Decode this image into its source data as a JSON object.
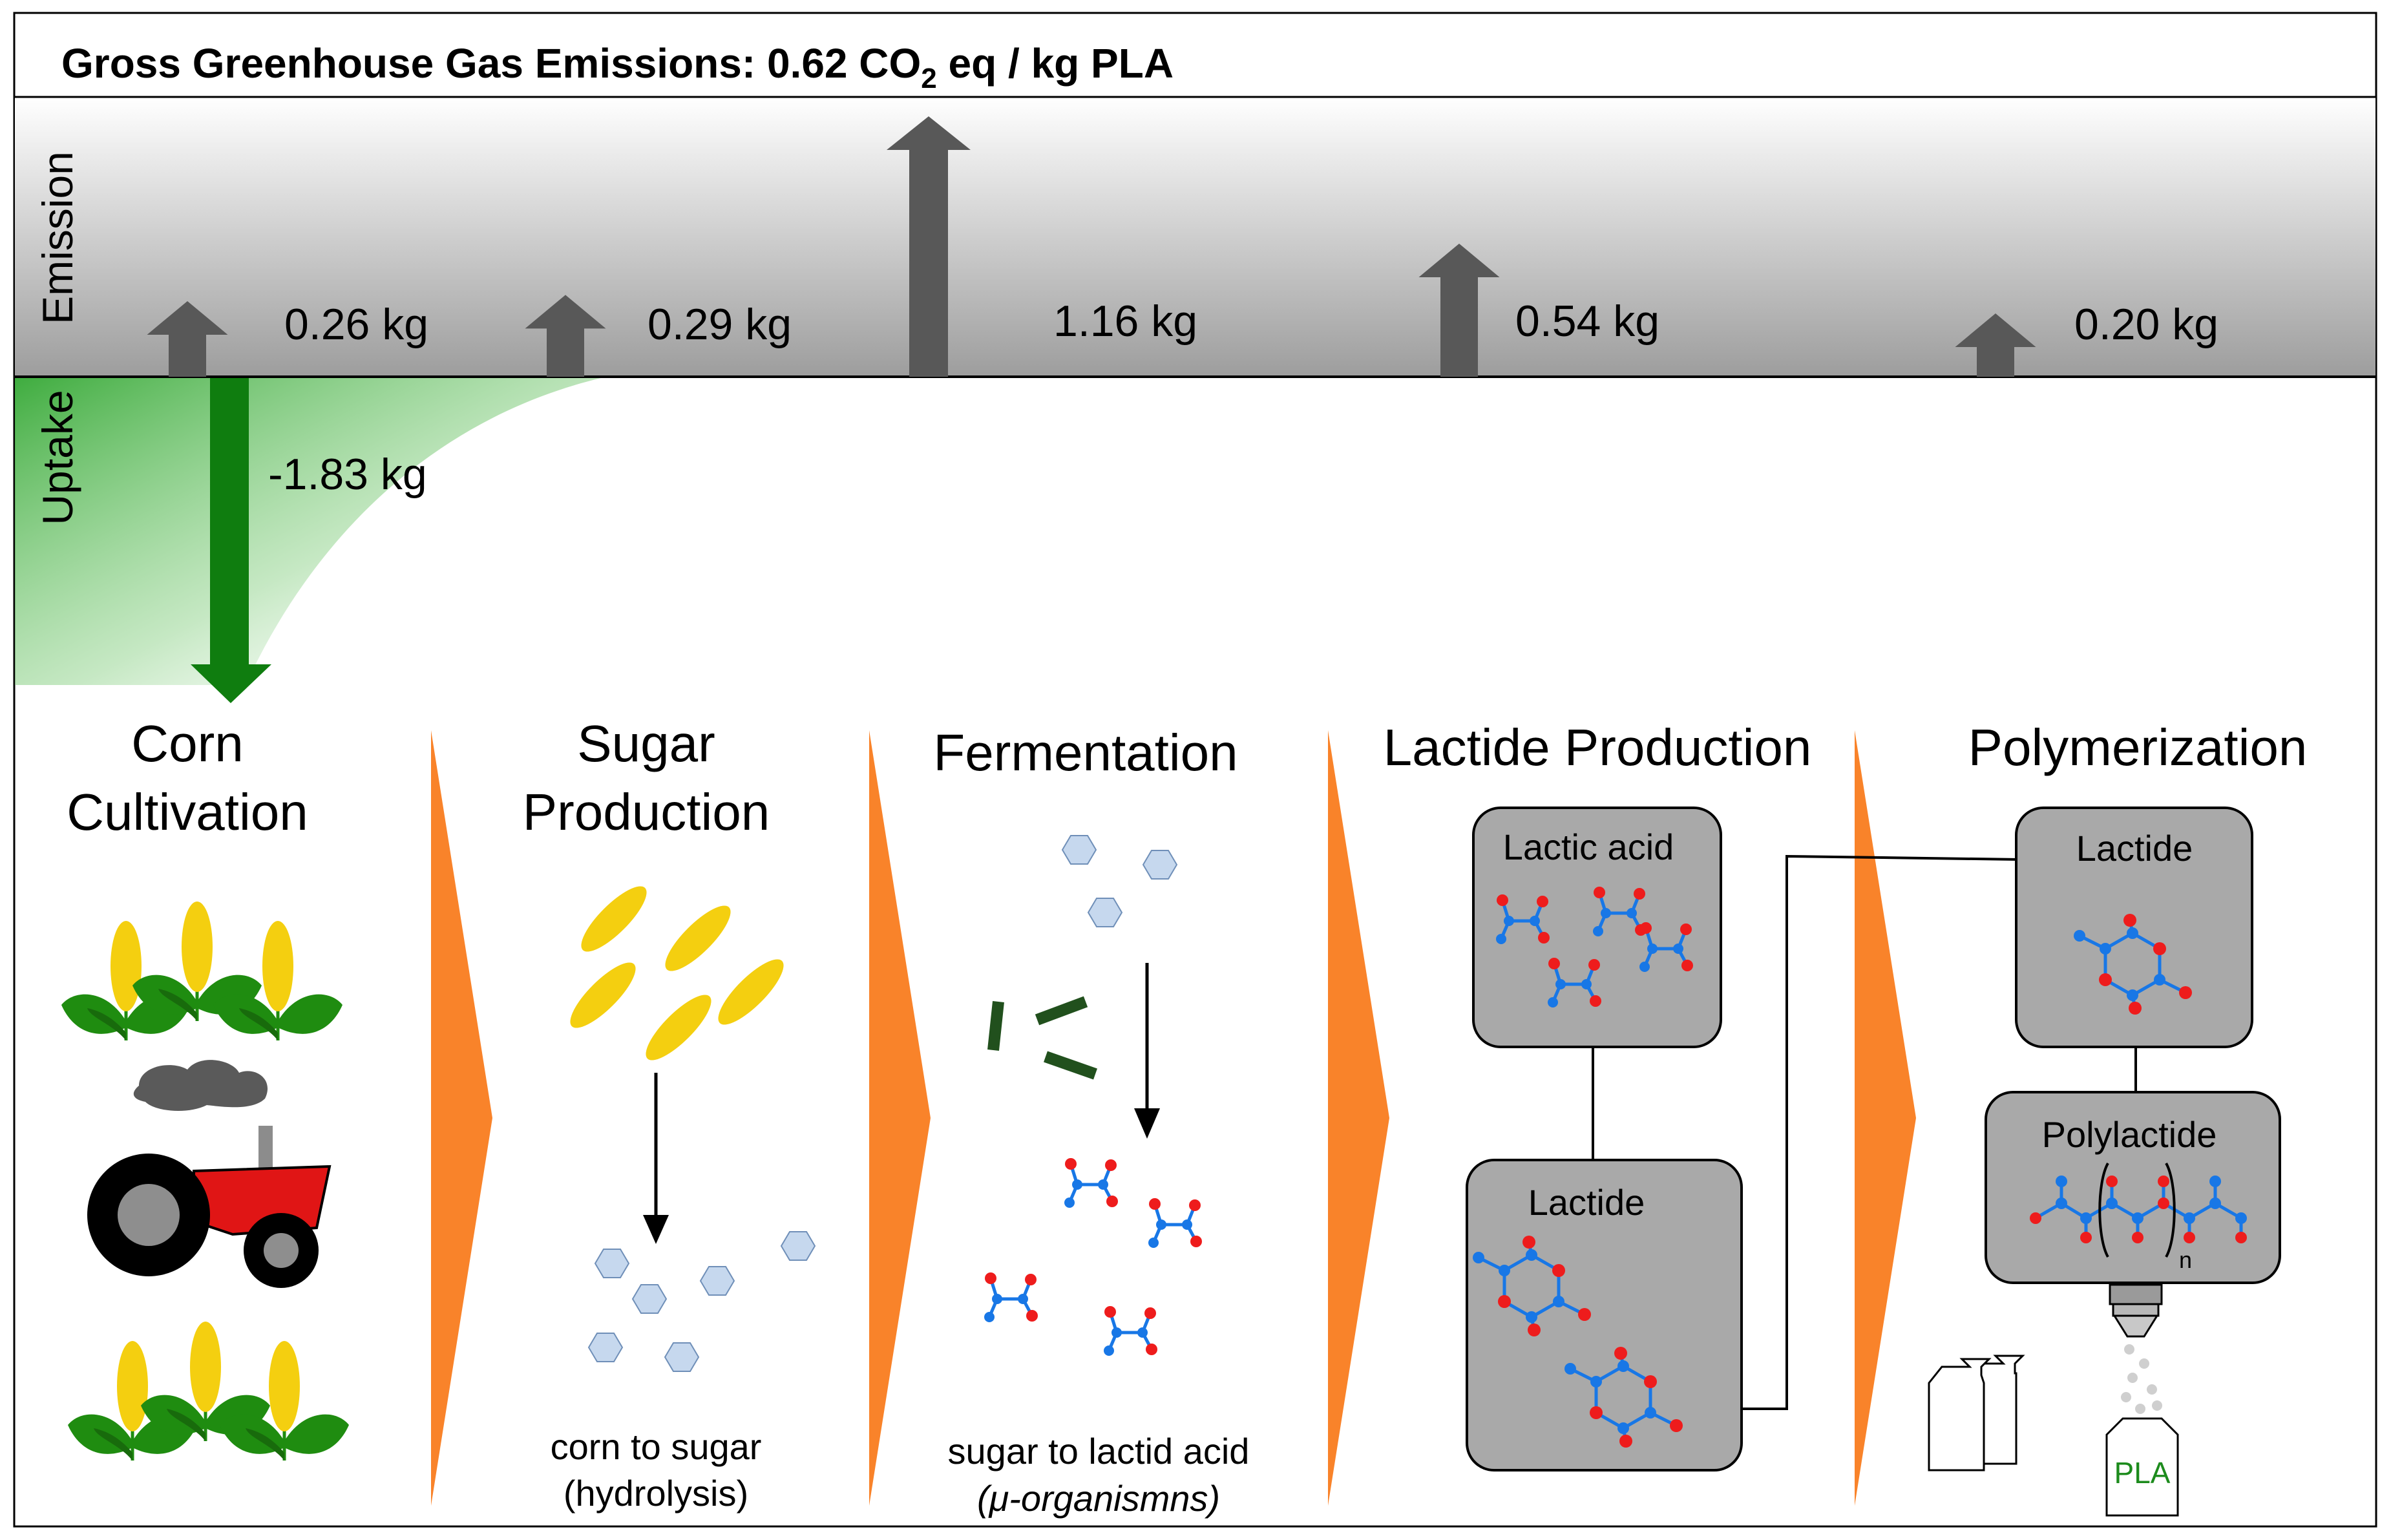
{
  "header": {
    "prefix": "Gross Greenhouse Gas Emissions: 0.62 CO",
    "subscript": "2",
    "suffix": " eq / kg PLA"
  },
  "axis": {
    "emission": "Emission",
    "uptake": "Uptake"
  },
  "flows": {
    "uptake": "-1.83 kg",
    "emissions": [
      "0.26 kg",
      "0.29 kg",
      "1.16 kg",
      "0.54 kg",
      "0.20 kg"
    ],
    "emission_values": [
      0.26,
      0.29,
      1.16,
      0.54,
      0.2
    ],
    "uptake_value": -1.83
  },
  "stages": [
    {
      "title": [
        "Corn",
        "Cultivation"
      ]
    },
    {
      "title": [
        "Sugar",
        "Production"
      ],
      "caption": [
        "corn to sugar",
        "(hydrolysis)"
      ]
    },
    {
      "title": [
        "Fermentation"
      ],
      "caption": [
        "sugar to lactid acid",
        "(μ-organismns)"
      ]
    },
    {
      "title": [
        "Lactide Production"
      ]
    },
    {
      "title": [
        "Polymerization"
      ]
    }
  ],
  "boxes": {
    "lactic_acid": "Lactic acid",
    "lactide_left": "Lactide",
    "lactide_right": "Lactide",
    "polylactide": "Polylactide",
    "polymer_n": "n",
    "bag_label": "PLA"
  },
  "colors": {
    "emission_arrow": "#585858",
    "uptake_arrow": "#0f7d0f",
    "stage_arrow": "#f9832a",
    "box_fill": "#a9a9a9",
    "grain": "#f4cf10",
    "sugar": "#c6d8ee",
    "atom_red": "#ee1c1c",
    "atom_blue": "#1877e6",
    "bacteria": "#21501d",
    "corn_leaf": "#1f8c10",
    "tractor_body": "#e01515",
    "pla_text": "#1c8b1c"
  },
  "icons": [
    "corn-icon",
    "tractor-icon",
    "corn-grain-icon",
    "sugar-hexagon-icon",
    "bacteria-icon",
    "lactic-acid-molecule-icon",
    "lactide-ring-icon",
    "extruder-nozzle-icon",
    "bag-icon"
  ]
}
